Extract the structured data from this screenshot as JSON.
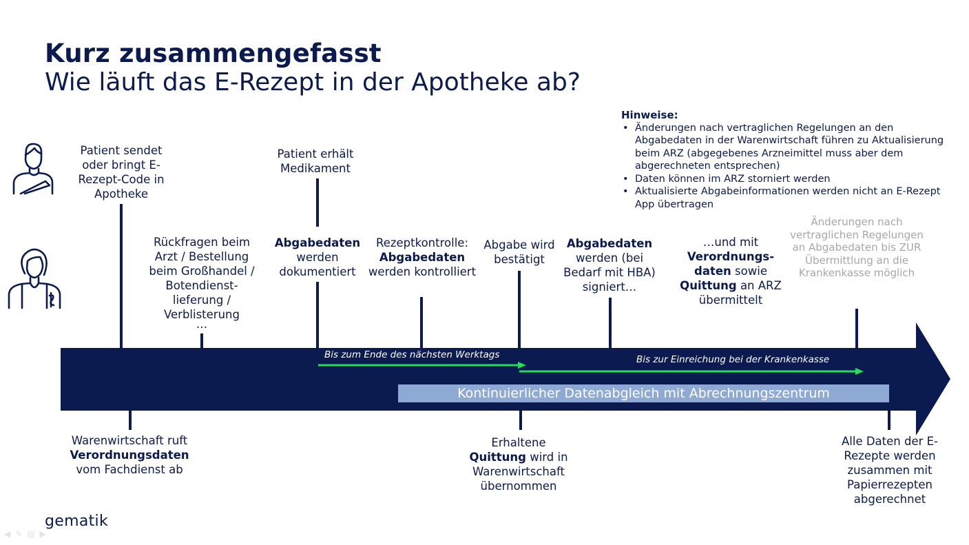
{
  "header": {
    "title": "Kurz zusammengefasst",
    "subtitle": "Wie läuft das E-Rezept in der Apotheke ab?"
  },
  "notes": {
    "heading": "Hinweise:",
    "items": [
      "Änderungen nach vertraglichen Regelungen an den Abgabedaten in der Warenwirtschaft führen zu Aktualisierung beim ARZ (abgegebenes Arzneimittel muss aber dem abgerechneten entsprechen)",
      "Daten können im ARZ storniert werden",
      "Aktualisierte Abgabeinformationen werden nicht an E-Rezept App übertragen"
    ]
  },
  "top_steps": {
    "patient_sends": "Patient sendet oder bringt E-Rezept-Code in Apotheke",
    "patient_receives": "Patient erhält Medikament",
    "queries": "Rückfragen beim Arzt / Bestellung beim Großhandel / Botendienst-lieferung / Verblisterung",
    "queries_ellipsis": "…",
    "doc_bold": "Abgabedaten",
    "doc_rest": "werden dokumentiert",
    "control_pre": "Rezeptkontrolle:",
    "control_bold": "Abgabedaten",
    "control_rest": "werden kontrolliert",
    "confirmed": "Abgabe wird bestätigt",
    "signed_bold": "Abgabedaten",
    "signed_rest": "werden (bei Bedarf mit HBA) signiert…",
    "arz_pre": "…und mit",
    "arz_bold1": "Verordnungs-daten",
    "arz_mid": "sowie",
    "arz_bold2": "Quittung",
    "arz_rest": "an ARZ übermittelt",
    "changes_grey": "Änderungen nach vertraglichen Regelungen an Abgabedaten bis ZUR Übermittlung an die Krankenkasse möglich"
  },
  "bottom_steps": {
    "ww_pre": "Warenwirtschaft ruft",
    "ww_bold": "Verordnungsdaten",
    "ww_rest": "vom Fachdienst ab",
    "receipt_pre": "Erhaltene",
    "receipt_bold": "Quittung",
    "receipt_rest": "wird in Warenwirtschaft übernommen",
    "final": "Alle Daten der E-Rezepte werden zusammen mit Papierrezepten abgerechnet"
  },
  "timeline": {
    "arrow1_label": "Bis zum Ende des nächsten Werktags",
    "arrow2_label": "Bis zur Einreichung bei der Krankenkasse",
    "data_sync": "Kontinuierlicher Datenabgleich mit Abrechnungszentrum"
  },
  "footer": {
    "logo": "gematik"
  },
  "colors": {
    "navy": "#0b1a4f",
    "green": "#22e05a",
    "light_blue": "#8eaad4",
    "grey": "#a7a7a7"
  },
  "icons": [
    "patient-icon",
    "pharmacist-icon"
  ]
}
